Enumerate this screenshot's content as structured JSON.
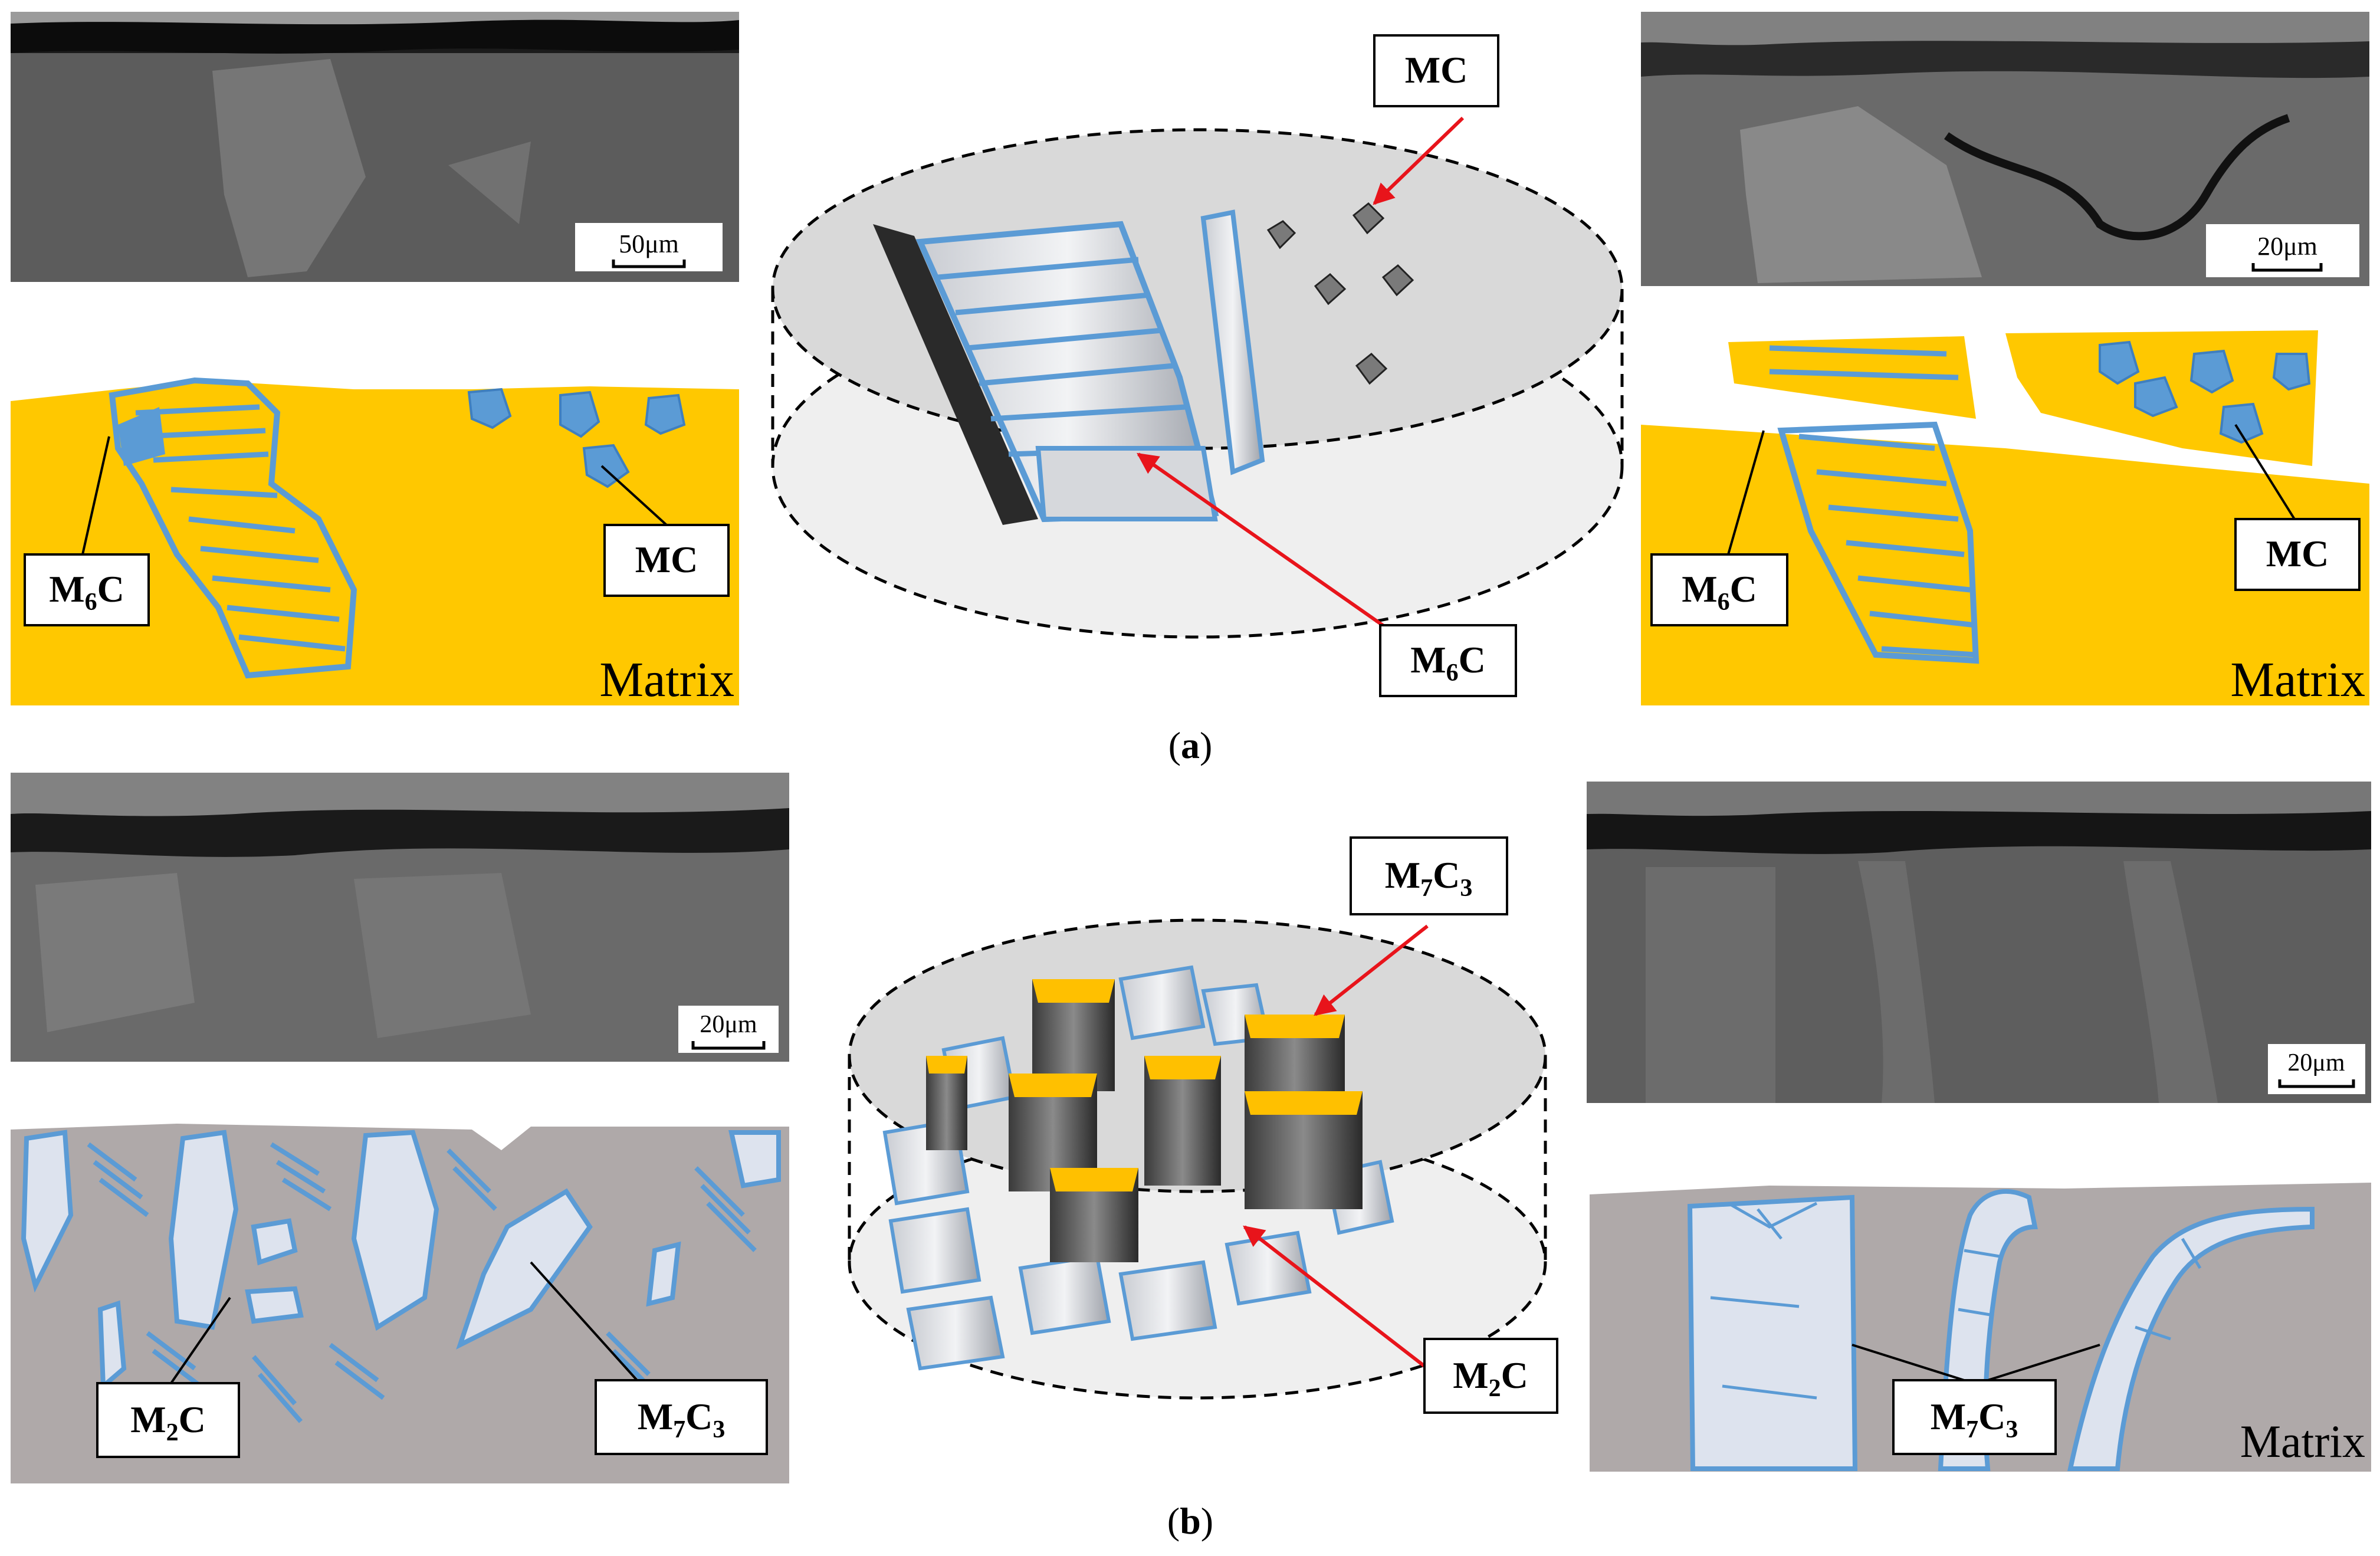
{
  "colors": {
    "matrix_a": "#FFC800",
    "carbide_blue": "#5B9BD5",
    "carbide_edge": "#3F7FBF",
    "matrix_b": "#AFA9A9",
    "m7c3_fill": "#DDE3EE",
    "sem_dark": "#4A4A4A",
    "sem_mid": "#6B6B6B",
    "arrow_red": "#E8141B",
    "disk_top": "#D9D9D9",
    "disk_bottom": "#EFEFEF"
  },
  "panel_a": {
    "caption": {
      "open": "(",
      "letter": "a",
      "close": ")"
    },
    "left_sem": {
      "scalebar": "50μm"
    },
    "left_schematic": {
      "matrix_label": "Matrix",
      "m6c_label": {
        "main": "M",
        "sub": "6",
        "end": "C"
      },
      "mc_label": "MC"
    },
    "center_3d": {
      "mc_label": "MC",
      "m6c_label": {
        "main": "M",
        "sub": "6",
        "end": "C"
      }
    },
    "right_sem": {
      "scalebar": "20μm"
    },
    "right_schematic": {
      "matrix_label": "Matrix",
      "m6c_label": {
        "main": "M",
        "sub": "6",
        "end": "C"
      },
      "mc_label": "MC"
    }
  },
  "panel_b": {
    "caption": {
      "open": "(",
      "letter": "b",
      "close": ")"
    },
    "left_sem": {
      "scalebar": "20μm"
    },
    "left_schematic": {
      "m2c_label": {
        "main": "M",
        "sub": "2",
        "end": "C"
      },
      "m7c3_label": {
        "main": "M",
        "sub": "7",
        "mid": "C",
        "sub2": "3"
      }
    },
    "center_3d": {
      "m7c3_label": {
        "main": "M",
        "sub": "7",
        "mid": "C",
        "sub2": "3"
      },
      "m2c_label": {
        "main": "M",
        "sub": "2",
        "end": "C"
      }
    },
    "right_sem": {
      "scalebar": "20μm"
    },
    "right_schematic": {
      "m7c3_label": {
        "main": "M",
        "sub": "7",
        "mid": "C",
        "sub2": "3"
      },
      "matrix_label": "Matrix"
    }
  }
}
